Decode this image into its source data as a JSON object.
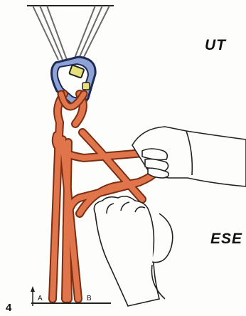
{
  "labels": {
    "heading_top": "UT",
    "heading_bottom": "ESE",
    "step_number": "4",
    "strand_a": "A",
    "strand_b": "B"
  },
  "colors": {
    "rope": "#e0744a",
    "rope_dark": "#b44a28",
    "carabiner": "#6f86c0",
    "gate": "#d8d25a",
    "sling": "#9a9a9a"
  }
}
